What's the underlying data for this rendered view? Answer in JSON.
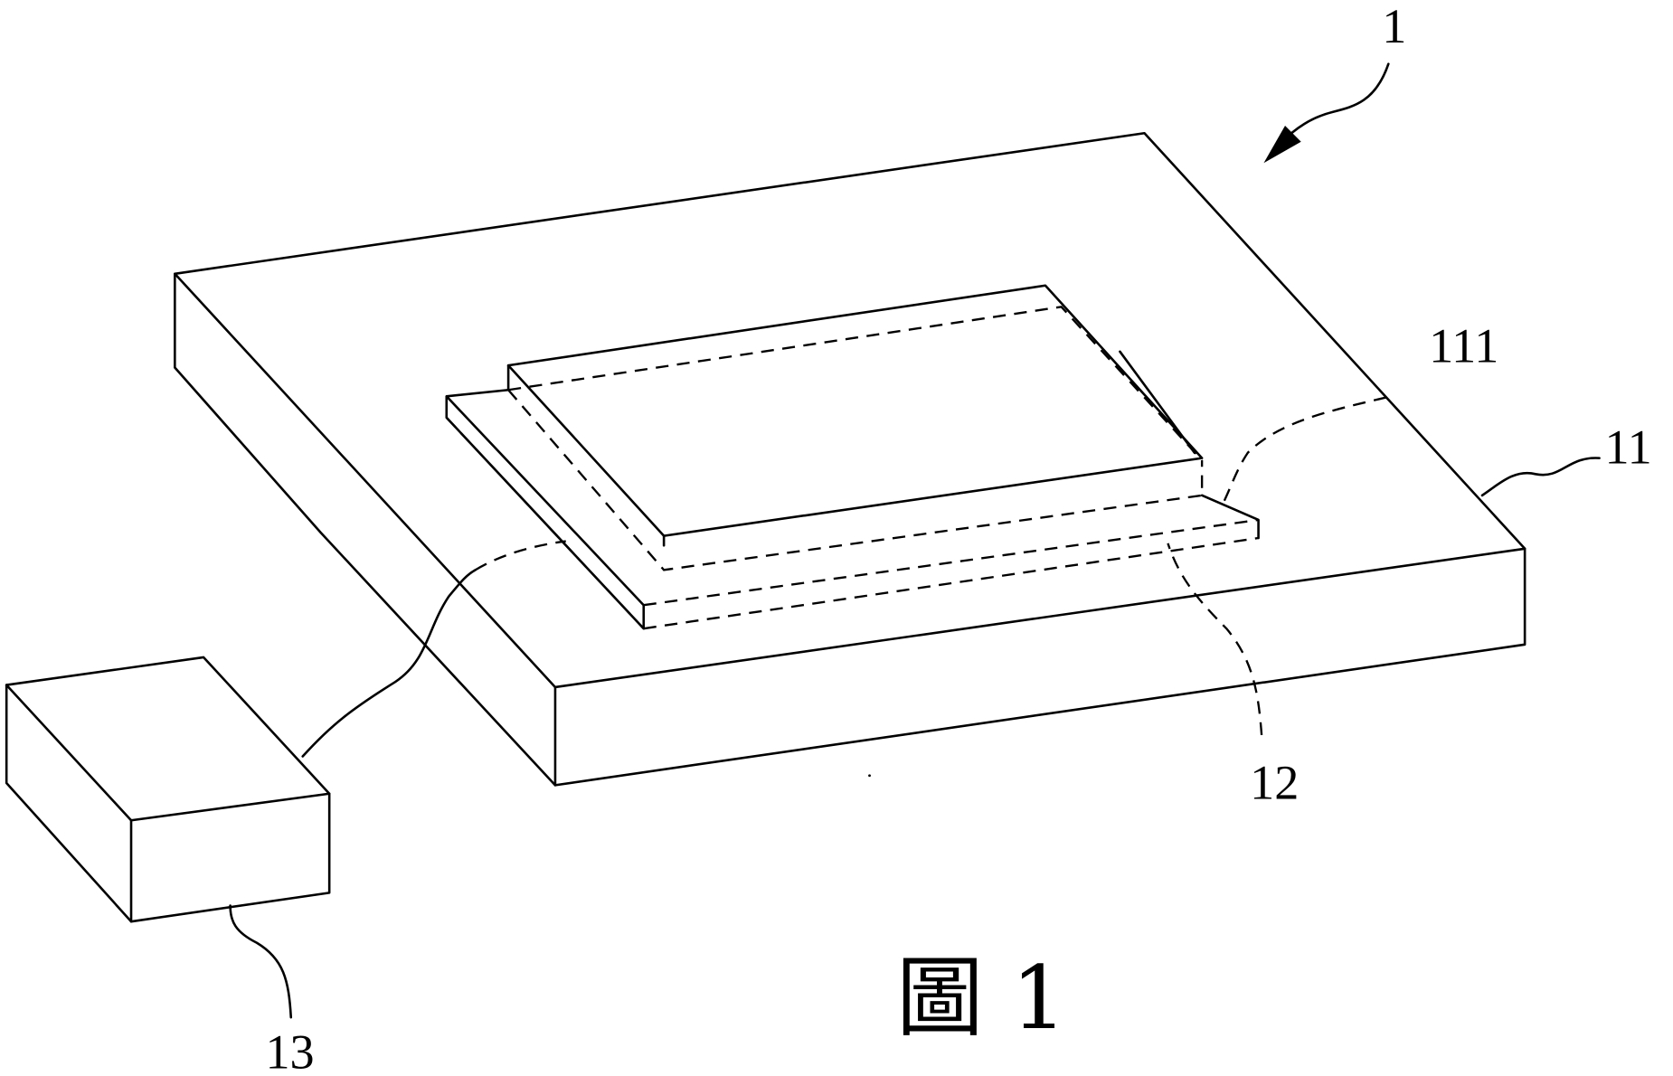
{
  "figure": {
    "caption": "圖 1",
    "labels": {
      "device": "1",
      "base": "11",
      "recess": "111",
      "plate": "12",
      "controller": "13"
    }
  }
}
